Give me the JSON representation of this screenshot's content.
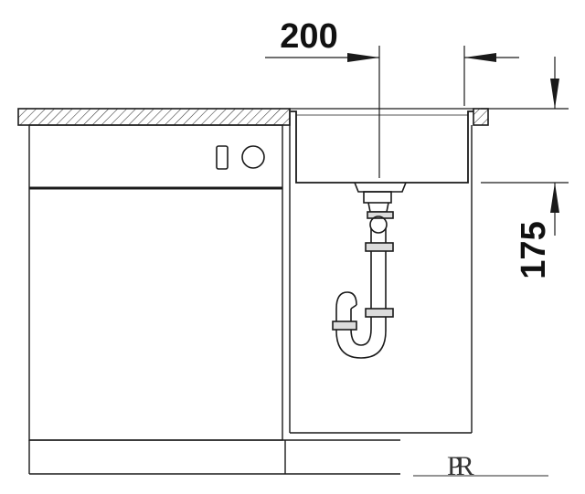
{
  "dimensions": {
    "width_label": "200",
    "height_label": "175"
  },
  "logo": {
    "text": "PR"
  },
  "colors": {
    "line": "#1a1a1a",
    "hatch": "#333333",
    "background": "#ffffff"
  },
  "parts": [
    "countertop",
    "dishwasher",
    "cabinet",
    "sink-bowl",
    "drain-trap",
    "plinth"
  ]
}
